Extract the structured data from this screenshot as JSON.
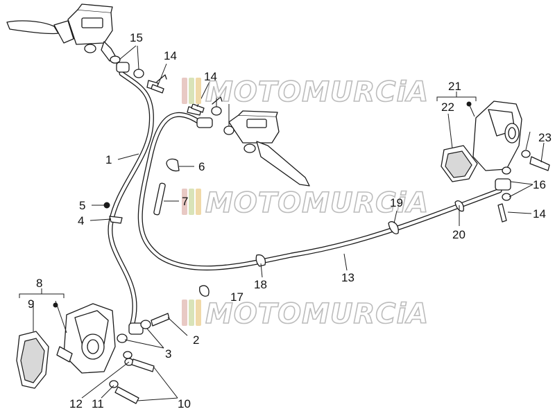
{
  "diagram": {
    "callouts": [
      {
        "id": "1",
        "label": "1"
      },
      {
        "id": "2",
        "label": "2"
      },
      {
        "id": "3",
        "label": "3"
      },
      {
        "id": "4",
        "label": "4"
      },
      {
        "id": "5",
        "label": "5"
      },
      {
        "id": "6",
        "label": "6"
      },
      {
        "id": "7",
        "label": "7"
      },
      {
        "id": "8",
        "label": "8"
      },
      {
        "id": "9",
        "label": "9"
      },
      {
        "id": "10",
        "label": "10"
      },
      {
        "id": "11",
        "label": "11"
      },
      {
        "id": "12",
        "label": "12"
      },
      {
        "id": "13",
        "label": "13"
      },
      {
        "id": "14a",
        "label": "14"
      },
      {
        "id": "14b",
        "label": "14"
      },
      {
        "id": "14c",
        "label": "14"
      },
      {
        "id": "15a",
        "label": "15"
      },
      {
        "id": "15b",
        "label": "15"
      },
      {
        "id": "16",
        "label": "16"
      },
      {
        "id": "17",
        "label": "17"
      },
      {
        "id": "18",
        "label": "18"
      },
      {
        "id": "19",
        "label": "19"
      },
      {
        "id": "20",
        "label": "20"
      },
      {
        "id": "21",
        "label": "21"
      },
      {
        "id": "22",
        "label": "22"
      },
      {
        "id": "23",
        "label": "23"
      }
    ]
  },
  "watermark": {
    "text": "MOTOMURCiA",
    "stripe_colors": [
      "#e8c9c4",
      "#d9e3b8",
      "#f0d9a8"
    ]
  }
}
